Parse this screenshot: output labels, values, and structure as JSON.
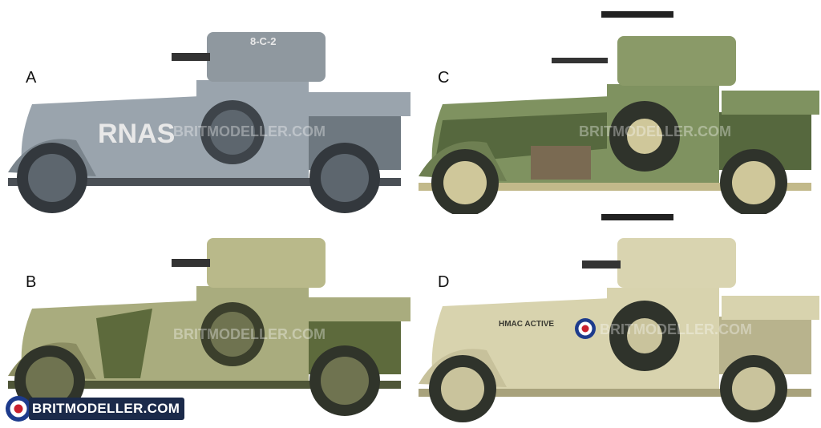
{
  "plates": [
    {
      "letter": "A",
      "label": "RNAS",
      "turret_label": "8-C-2",
      "colors": {
        "body": "#9aa4ad",
        "dark": "#6e7880",
        "wheel": "#5d666e",
        "turret": "#8f989f"
      }
    },
    {
      "letter": "B",
      "label": "",
      "turret_label": "",
      "colors": {
        "body": "#a9ac7e",
        "dark": "#5d6a3c",
        "wheel": "#6f7350",
        "turret": "#b9b98a"
      }
    },
    {
      "letter": "C",
      "label": "",
      "turret_label": "",
      "colors": {
        "body": "#7f9260",
        "dark": "#56683e",
        "wheel": "#cfc79a",
        "turret": "#8a9a68"
      }
    },
    {
      "letter": "D",
      "label": "HMAC ACTIVE",
      "turret_label": "",
      "colors": {
        "body": "#d8d3ae",
        "dark": "#b8b38d",
        "wheel": "#c9c39c",
        "turret": "#d9d4b0"
      }
    }
  ],
  "watermark": {
    "text": "BRITMODELLER.COM"
  },
  "logo": {
    "text": "BRITMODELLER.COM",
    "icon": "roundel-icon"
  },
  "roundel_colors": {
    "outer": "#1d3b8c",
    "mid": "#ffffff",
    "inner": "#c8202e"
  }
}
